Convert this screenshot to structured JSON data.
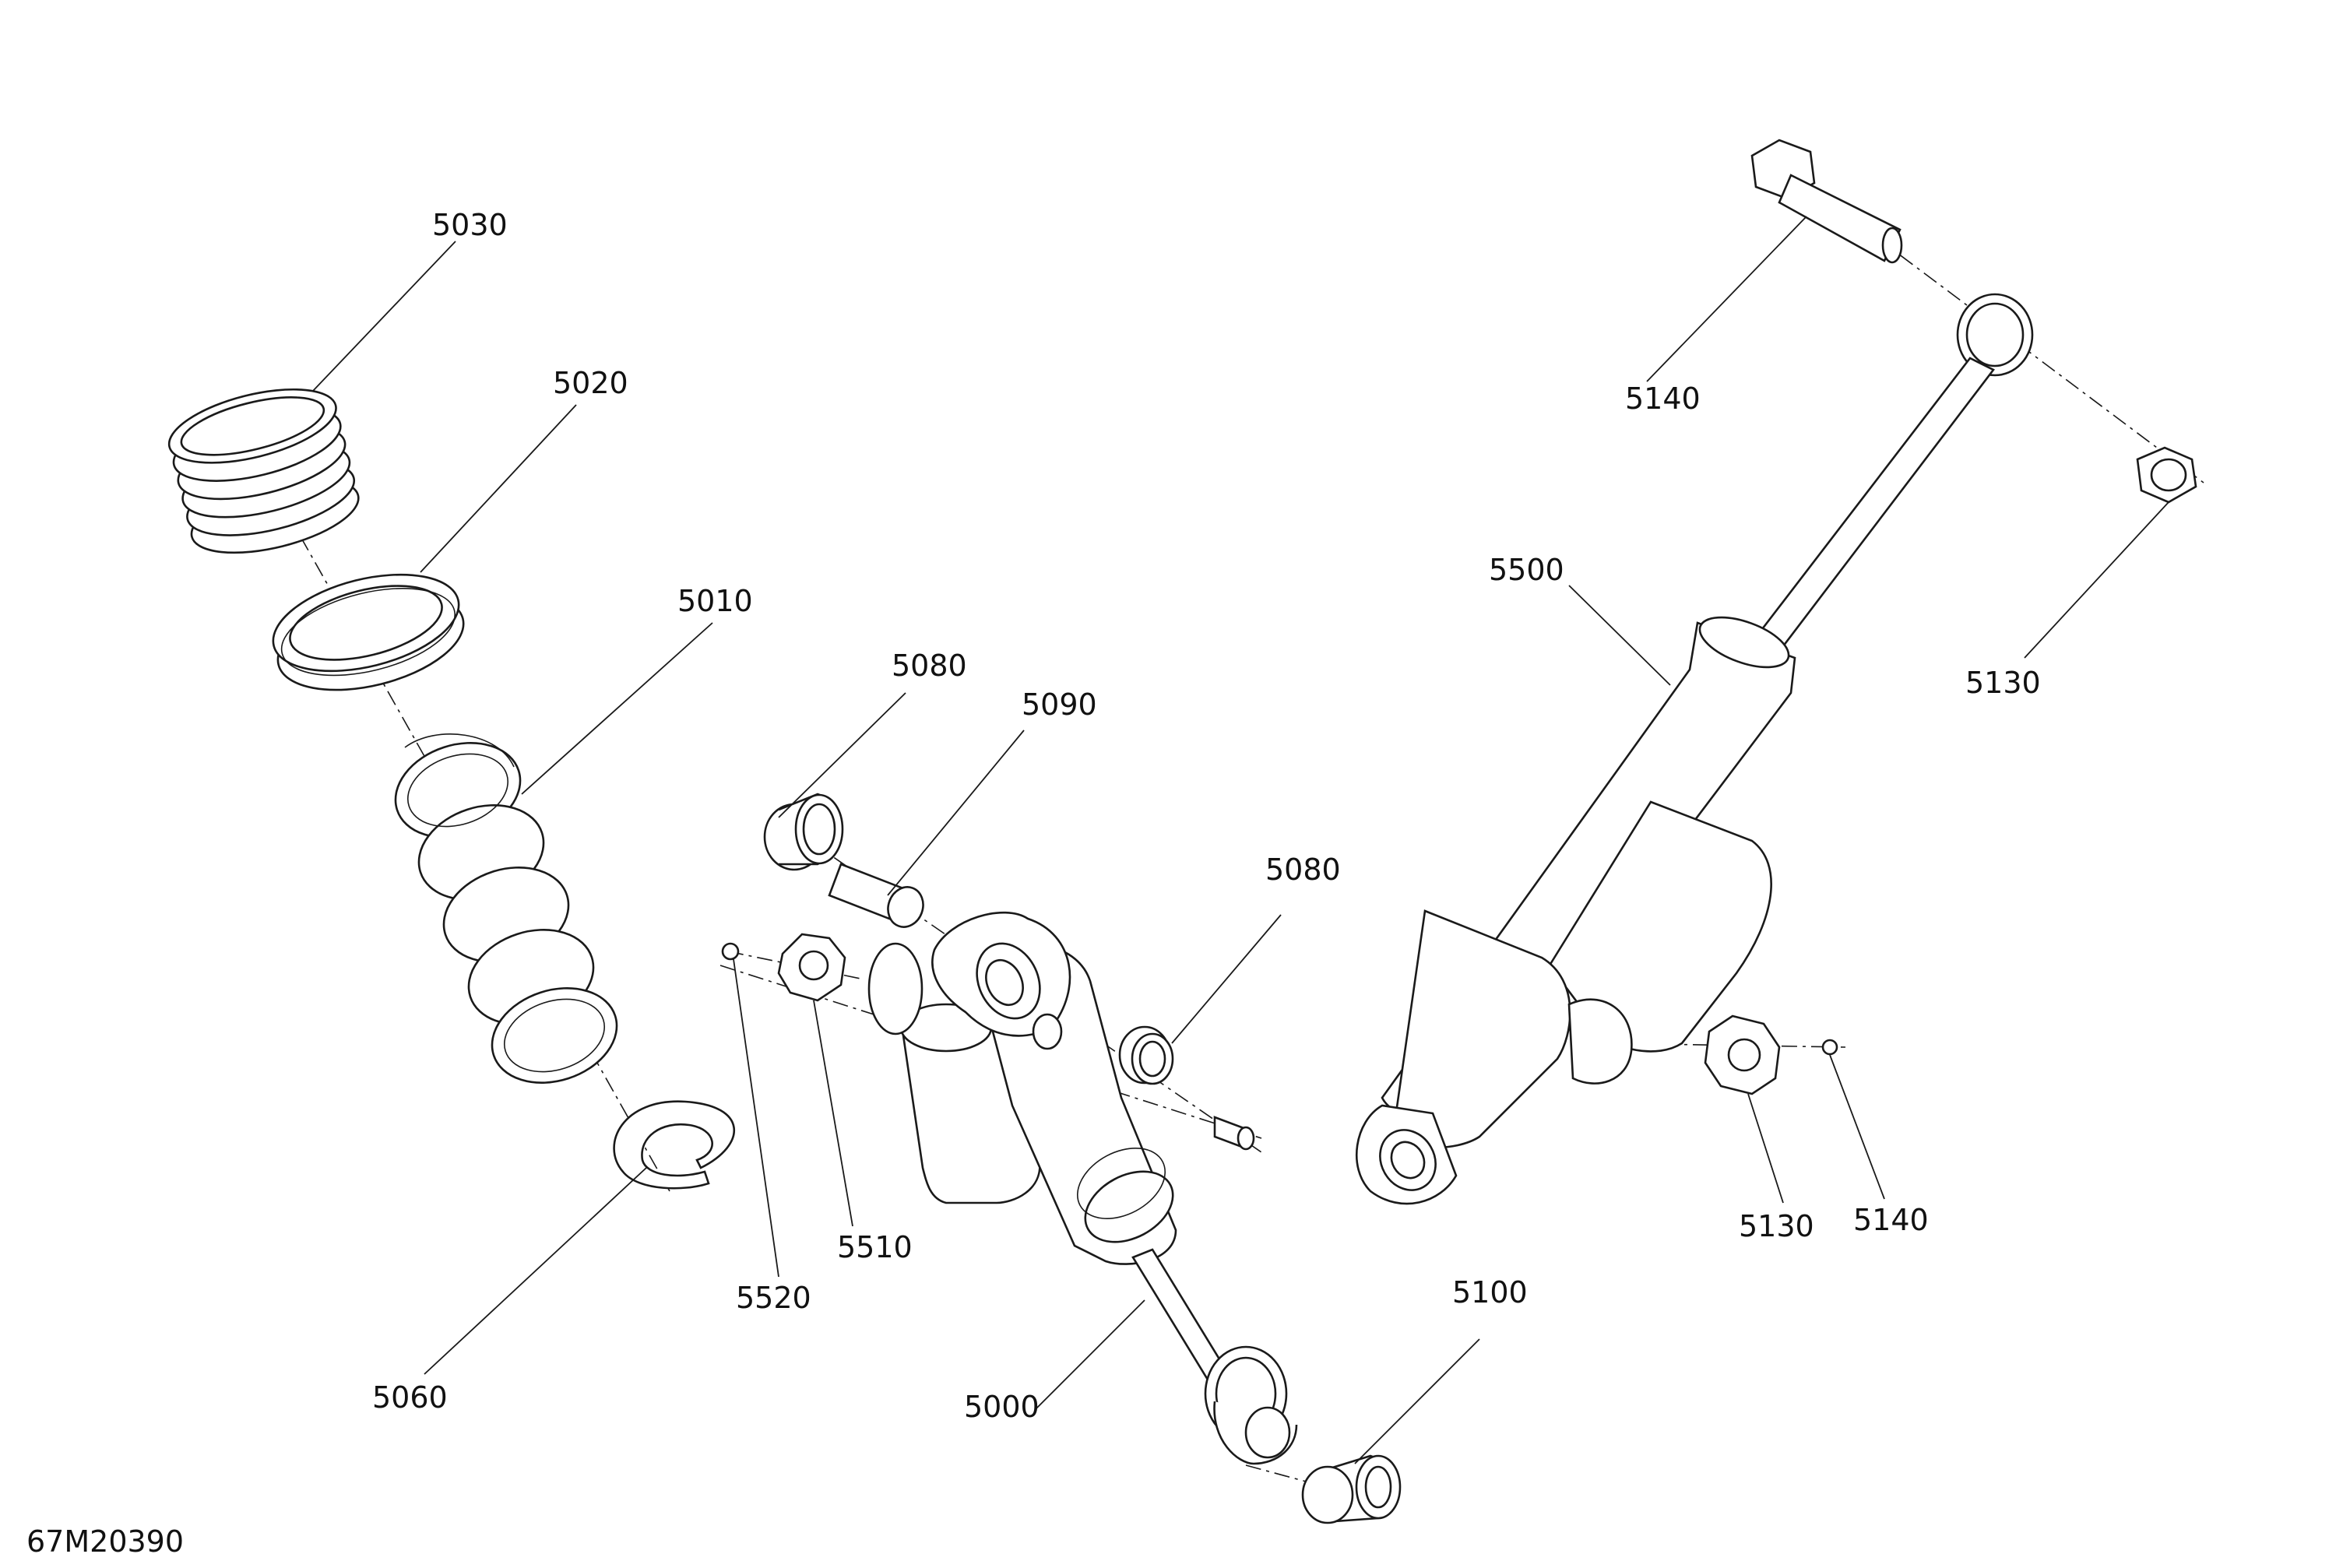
{
  "drawing_id": "67M20390",
  "callouts": [
    {
      "key": "5030",
      "text": "5030"
    },
    {
      "key": "5020",
      "text": "5020"
    },
    {
      "key": "5010",
      "text": "5010"
    },
    {
      "key": "5060",
      "text": "5060"
    },
    {
      "key": "5080a",
      "text": "5080"
    },
    {
      "key": "5090",
      "text": "5090"
    },
    {
      "key": "5080b",
      "text": "5080"
    },
    {
      "key": "5520",
      "text": "5520"
    },
    {
      "key": "5510",
      "text": "5510"
    },
    {
      "key": "5000",
      "text": "5000"
    },
    {
      "key": "5100",
      "text": "5100"
    },
    {
      "key": "5140a",
      "text": "5140"
    },
    {
      "key": "5130a",
      "text": "5130"
    },
    {
      "key": "5500",
      "text": "5500"
    },
    {
      "key": "5130b",
      "text": "5130"
    },
    {
      "key": "5140b",
      "text": "5140"
    }
  ]
}
